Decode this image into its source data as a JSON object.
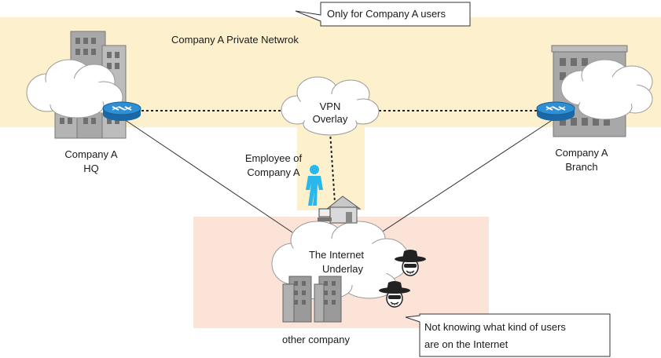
{
  "callouts": {
    "top": "Only for Company A users",
    "bottom_line1": "Not knowing what kind of users",
    "bottom_line2": "are on the Internet"
  },
  "labels": {
    "private_network": "Company A Private Netwrok",
    "hq_line1": "Company A",
    "hq_line2": "HQ",
    "branch_line1": "Company A",
    "branch_line2": "Branch",
    "vpn_line1": "VPN",
    "vpn_line2": "Overlay",
    "employee_line1": "Employee of",
    "employee_line2": "Company A",
    "internet_line1": "The Internet",
    "internet_line2": "Underlay",
    "other_company": "other company"
  },
  "colors": {
    "private_zone": "#fdf1cd",
    "internet_zone": "#fbe3d8",
    "router": "#1f7fc6",
    "employee": "#29b8ec",
    "building": "#9a9a9a"
  }
}
